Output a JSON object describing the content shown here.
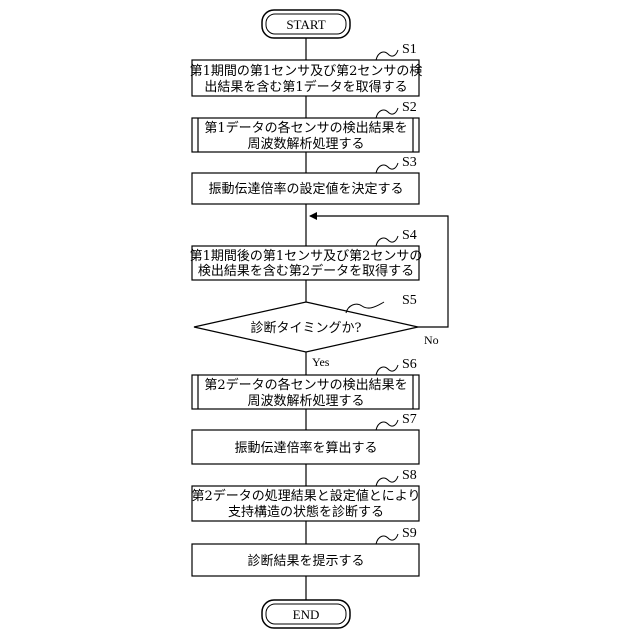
{
  "start": "START",
  "end": "END",
  "steps": [
    {
      "id": "S1",
      "lines": [
        "第1期間の第1センサ及び第2センサの検",
        "出結果を含む第1データを取得する"
      ]
    },
    {
      "id": "S2",
      "lines": [
        "第1データの各センサの検出結果を",
        "周波数解析処理する"
      ]
    },
    {
      "id": "S3",
      "lines": [
        "振動伝達倍率の設定値を決定する"
      ]
    },
    {
      "id": "S4",
      "lines": [
        "第1期間後の第1センサ及び第2センサの",
        "検出結果を含む第2データを取得する"
      ]
    },
    {
      "id": "S5",
      "lines": [
        "診断タイミングか?"
      ]
    },
    {
      "id": "S6",
      "lines": [
        "第2データの各センサの検出結果を",
        "周波数解析処理する"
      ]
    },
    {
      "id": "S7",
      "lines": [
        "振動伝達倍率を算出する"
      ]
    },
    {
      "id": "S8",
      "lines": [
        "第2データの処理結果と設定値とにより",
        "支持構造の状態を診断する"
      ]
    },
    {
      "id": "S9",
      "lines": [
        "診断結果を提示する"
      ]
    }
  ],
  "branches": {
    "yes": "Yes",
    "no": "No"
  }
}
